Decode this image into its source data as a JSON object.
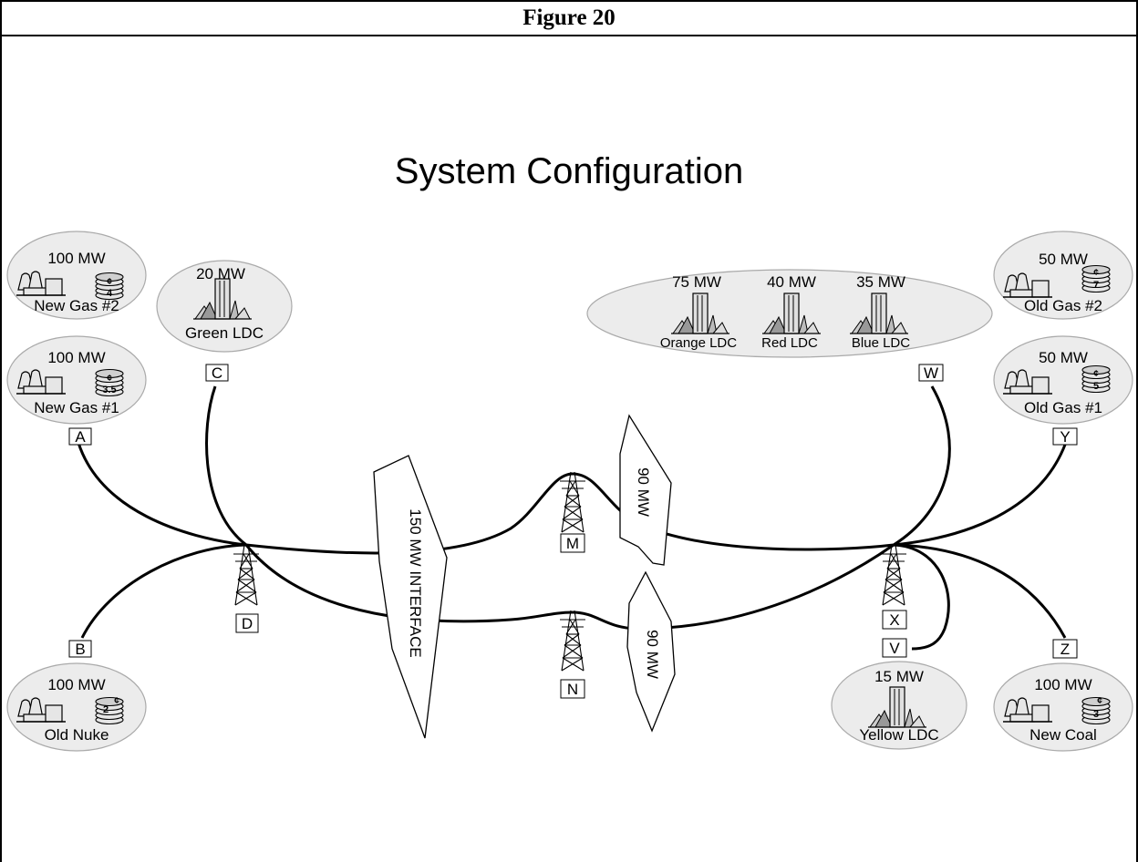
{
  "figure_label": "Figure 20",
  "title": "System Configuration",
  "generators": [
    {
      "id": "new-gas-2",
      "capacity": "100 MW",
      "name": "New Gas #2",
      "price": "4"
    },
    {
      "id": "new-gas-1",
      "capacity": "100 MW",
      "name": "New Gas #1",
      "price": "3.5"
    },
    {
      "id": "old-nuke",
      "capacity": "100 MW",
      "name": "Old Nuke",
      "price": "2"
    },
    {
      "id": "old-gas-2",
      "capacity": "50 MW",
      "name": "Old Gas #2",
      "price": "7"
    },
    {
      "id": "old-gas-1",
      "capacity": "50 MW",
      "name": "Old Gas #1",
      "price": "5"
    },
    {
      "id": "new-coal",
      "capacity": "100 MW",
      "name": "New Coal",
      "price": "3"
    }
  ],
  "loads": [
    {
      "id": "green-ldc",
      "capacity": "20 MW",
      "name": "Green LDC"
    },
    {
      "id": "orange-ldc",
      "capacity": "75 MW",
      "name": "Orange LDC"
    },
    {
      "id": "red-ldc",
      "capacity": "40 MW",
      "name": "Red LDC"
    },
    {
      "id": "blue-ldc",
      "capacity": "35 MW",
      "name": "Blue LDC"
    },
    {
      "id": "yellow-ldc",
      "capacity": "15 MW",
      "name": "Yellow LDC"
    }
  ],
  "cent_symbol": "¢",
  "nodes": [
    "A",
    "B",
    "C",
    "D",
    "M",
    "N",
    "W",
    "X",
    "Y",
    "Z",
    "V"
  ],
  "interfaces": {
    "main": "150 MW INTERFACE",
    "upper": "90 MW",
    "lower": "90 MW"
  }
}
